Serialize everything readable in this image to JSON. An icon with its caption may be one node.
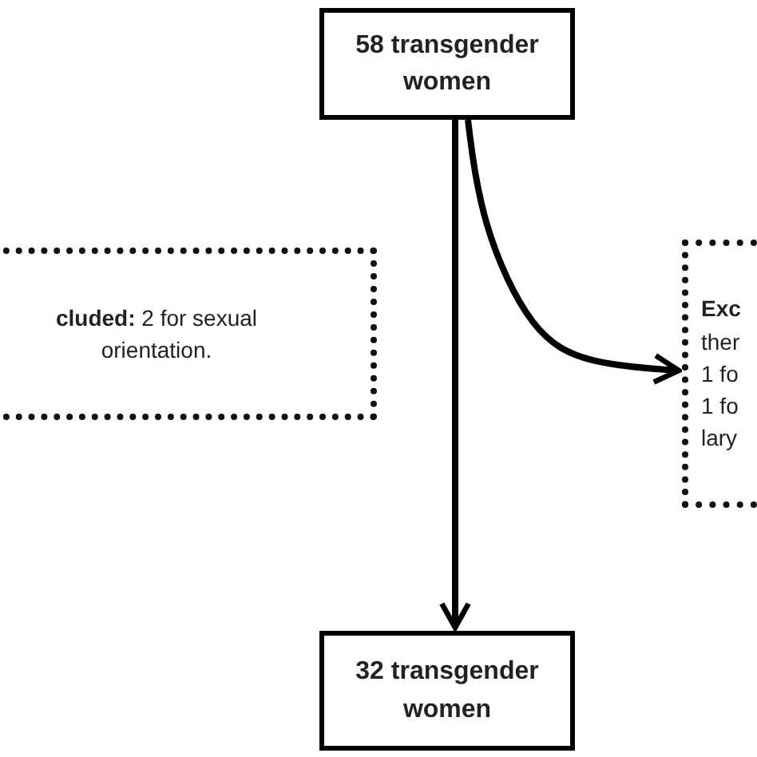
{
  "diagram": {
    "nodes": [
      {
        "text": [
          "58 transgender women"
        ]
      },
      {
        "text": [
          "**cluded:** 2 for sexual orientation."
        ]
      },
      {
        "text": [
          "Exc",
          "ther 1 fo 1 fo lary"
        ]
      },
      {
        "text": [
          "32 transgender women"
        ]
      }
    ],
    "edges": [
      {
        "from": 0,
        "to": 3,
        "arrow": "to"
      },
      {
        "from": 0,
        "to": 2,
        "arrow": "to"
      }
    ]
  }
}
